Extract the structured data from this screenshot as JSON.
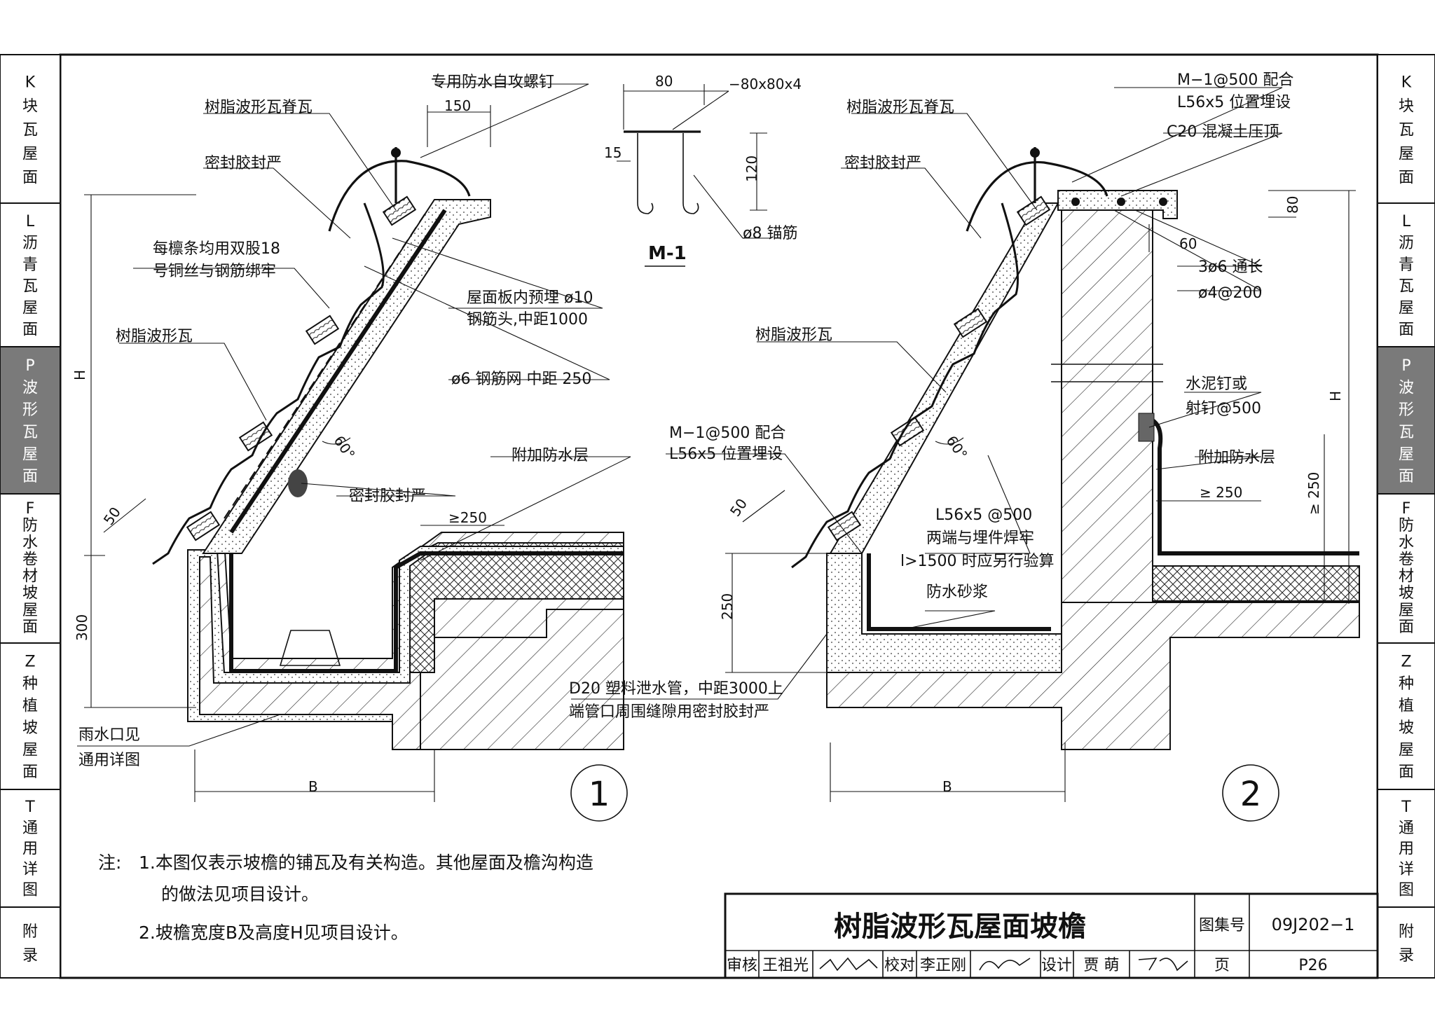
{
  "side_tabs": [
    {
      "code": "K",
      "chars": [
        "块",
        "瓦",
        "屋",
        "面"
      ],
      "active": false
    },
    {
      "code": "L",
      "chars": [
        "沥",
        "青",
        "瓦",
        "屋",
        "面"
      ],
      "active": false
    },
    {
      "code": "P",
      "chars": [
        "波",
        "形",
        "瓦",
        "屋",
        "面"
      ],
      "active": true
    },
    {
      "code": "F",
      "chars": [
        "防",
        "水",
        "卷",
        "材",
        "坡",
        "屋",
        "面"
      ],
      "active": false
    },
    {
      "code": "Z",
      "chars": [
        "种",
        "植",
        "坡",
        "屋",
        "面"
      ],
      "active": false
    },
    {
      "code": "T",
      "chars": [
        "通",
        "用",
        "详",
        "图"
      ],
      "active": false
    },
    {
      "code": "",
      "chars": [
        "附",
        "录"
      ],
      "active": false
    }
  ],
  "detail1": {
    "number": "1",
    "labels": {
      "screw": "专用防水自攻螺钉",
      "ridge": "树脂波形瓦脊瓦",
      "sealant_top": "密封胶封严",
      "tie_line1": "每檩条均用双股18",
      "tie_line2": "号铜丝与钢筋绑牢",
      "embed_line1": "屋面板内预埋 ø10",
      "embed_line2": "钢筋头,中距1000",
      "mesh": "ø6 钢筋网  中距 250",
      "tile": "树脂波形瓦",
      "extra_waterproof": "附加防水层",
      "sealant_mid": "密封胶封严",
      "drain_line1": "雨水口见",
      "drain_line2": "通用详图"
    },
    "dims": {
      "d150": "150",
      "d50": "50",
      "d300": "300",
      "d250": "≥250",
      "angle": "60°",
      "H": "H",
      "B": "B"
    }
  },
  "m1": {
    "title": "M-1",
    "d80": "80",
    "plate": "−80x80x4",
    "d15": "15",
    "d120": "120",
    "anchor": "ø8 锚筋"
  },
  "detail2": {
    "number": "2",
    "labels": {
      "m1_top_line1": "M−1@500 配合",
      "m1_top_line2": "L56x5 位置埋设",
      "coping": "C20 混凝土压顶",
      "ridge": "树脂波形瓦脊瓦",
      "sealant": "密封胶封严",
      "bars": "3ø6 通长",
      "stirrup": "ø4@200",
      "tile": "树脂波形瓦",
      "nail_line1": "水泥钉或",
      "nail_line2": "射钉@500",
      "m1_left_line1": "M−1@500 配合",
      "m1_left_line2": "L56x5 位置埋设",
      "extra_waterproof": "附加防水层",
      "angle_line1": "L56x5 @500",
      "angle_line2": "两端与埋件焊牢",
      "angle_line3": "l>1500 时应另行验算",
      "mortar": "防水砂浆",
      "pipe_line1": "D20 塑料泄水管，中距3000上",
      "pipe_line2": "端管口周围缝隙用密封胶封严"
    },
    "dims": {
      "d80": "80",
      "d60": "60",
      "d50": "50",
      "d250": "250",
      "d250b": "≥ 250",
      "d250c": "≥ 250",
      "angle": "60°",
      "H": "H",
      "B": "B"
    }
  },
  "notes": {
    "prefix": "注:",
    "line1": "1.本图仅表示坡檐的铺瓦及有关构造。其他屋面及檐沟构造",
    "line1b": "的做法见项目设计。",
    "line2": "2.坡檐宽度B及高度H见项目设计。"
  },
  "title_block": {
    "title": "树脂波形瓦屋面坡檐",
    "atlas_label": "图集号",
    "atlas_no": "09J202−1",
    "review_label": "审核",
    "review_name": "王祖光",
    "check_label": "校对",
    "check_name": "李正刚",
    "design_label": "设计",
    "design_name": "贾 萌",
    "page_label": "页",
    "page_no": "P26"
  }
}
